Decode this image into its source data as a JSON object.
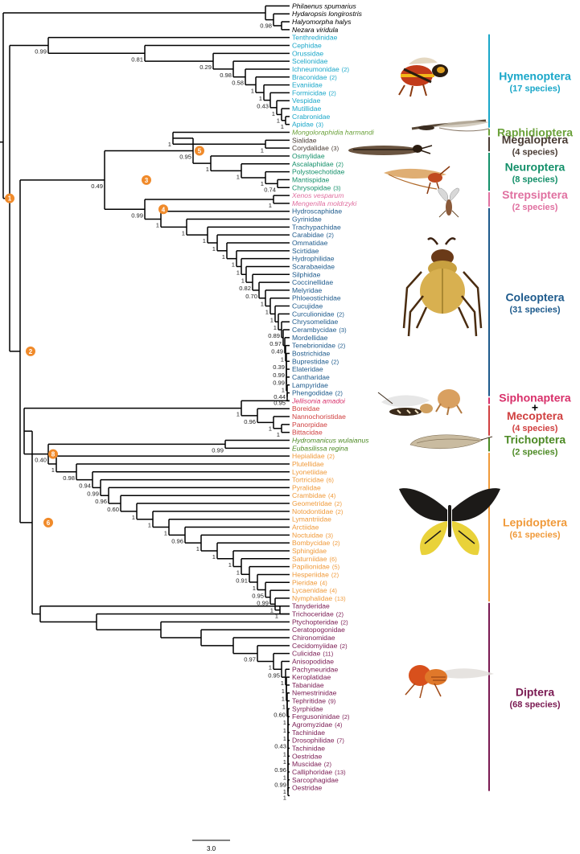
{
  "tips": [
    [
      "Philaenus spumarius",
      "",
      1,
      "#000"
    ],
    [
      "Hydaropsis longirostris",
      "",
      1,
      "#000"
    ],
    [
      "Halyomorpha halys",
      "",
      1,
      "#000"
    ],
    [
      "Nezara viridula",
      "",
      1,
      "#000"
    ],
    [
      "Tenthredinidae",
      "",
      0,
      "#1aa7c9"
    ],
    [
      "Cephidae",
      "",
      0,
      "#1aa7c9"
    ],
    [
      "Orussidae",
      "",
      0,
      "#1aa7c9"
    ],
    [
      "Scelionidae",
      "",
      0,
      "#1aa7c9"
    ],
    [
      "Ichneumonidae",
      "(2)",
      0,
      "#1aa7c9"
    ],
    [
      "Braconidae",
      "(2)",
      0,
      "#1aa7c9"
    ],
    [
      "Evaniidae",
      "",
      0,
      "#1aa7c9"
    ],
    [
      "Formicidae",
      "(2)",
      0,
      "#1aa7c9"
    ],
    [
      "Vespidae",
      "",
      0,
      "#1aa7c9"
    ],
    [
      "Mutillidae",
      "",
      0,
      "#1aa7c9"
    ],
    [
      "Crabronidae",
      "",
      0,
      "#1aa7c9"
    ],
    [
      "Apidae",
      "(3)",
      0,
      "#1aa7c9"
    ],
    [
      "Mongoloraphidia harmandi",
      "",
      1,
      "#6ba13a"
    ],
    [
      "Sialidae",
      "",
      0,
      "#4a3c34"
    ],
    [
      "Corydalidae",
      "(3)",
      0,
      "#4a3c34"
    ],
    [
      "Osmylidae",
      "",
      0,
      "#14906a"
    ],
    [
      "Ascalaphidae",
      "(2)",
      0,
      "#14906a"
    ],
    [
      "Polystoechotidae",
      "",
      0,
      "#14906a"
    ],
    [
      "Mantispidae",
      "",
      0,
      "#14906a"
    ],
    [
      "Chrysopidae",
      "(3)",
      0,
      "#14906a"
    ],
    [
      "Xenos vesparum",
      "",
      1,
      "#e070a0"
    ],
    [
      "Mengenilla moldrzyki",
      "",
      1,
      "#e070a0"
    ],
    [
      "Hydroscaphidae",
      "",
      0,
      "#1d5a8c"
    ],
    [
      "Gyrinidae",
      "",
      0,
      "#1d5a8c"
    ],
    [
      "Trachypachidae",
      "",
      0,
      "#1d5a8c"
    ],
    [
      "Carabidae",
      "(2)",
      0,
      "#1d5a8c"
    ],
    [
      "Ommatidae",
      "",
      0,
      "#1d5a8c"
    ],
    [
      "Scirtidae",
      "",
      0,
      "#1d5a8c"
    ],
    [
      "Hydrophilidae",
      "",
      0,
      "#1d5a8c"
    ],
    [
      "Scarabaeidae",
      "",
      0,
      "#1d5a8c"
    ],
    [
      "Silphidae",
      "",
      0,
      "#1d5a8c"
    ],
    [
      "Coccinellidae",
      "",
      0,
      "#1d5a8c"
    ],
    [
      "Melyridae",
      "",
      0,
      "#1d5a8c"
    ],
    [
      "Phloeostichidae",
      "",
      0,
      "#1d5a8c"
    ],
    [
      "Cucujidae",
      "",
      0,
      "#1d5a8c"
    ],
    [
      "Curculionidae",
      "(2)",
      0,
      "#1d5a8c"
    ],
    [
      "Chrysomelidae",
      "",
      0,
      "#1d5a8c"
    ],
    [
      "Cerambycidae",
      "(3)",
      0,
      "#1d5a8c"
    ],
    [
      "Mordellidae",
      "",
      0,
      "#1d5a8c"
    ],
    [
      "Tenebrionidae",
      "(2)",
      0,
      "#1d5a8c"
    ],
    [
      "Bostrichidae",
      "",
      0,
      "#1d5a8c"
    ],
    [
      "Buprestidae",
      "(2)",
      0,
      "#1d5a8c"
    ],
    [
      "Elateridae",
      "",
      0,
      "#1d5a8c"
    ],
    [
      "Cantharidae",
      "",
      0,
      "#1d5a8c"
    ],
    [
      "Lampyridae",
      "",
      0,
      "#1d5a8c"
    ],
    [
      "Phengodidae",
      "(2)",
      0,
      "#1d5a8c"
    ],
    [
      "Jellisonia amadoi",
      "",
      1,
      "#d8306a"
    ],
    [
      "Boreidae",
      "",
      0,
      "#d04040"
    ],
    [
      "Nannochoristidae",
      "",
      0,
      "#d04040"
    ],
    [
      "Panorpidae",
      "",
      0,
      "#d04040"
    ],
    [
      "Bittacidae",
      "",
      0,
      "#d04040"
    ],
    [
      "Hydromanicus wulaianus",
      "",
      1,
      "#4d8a25"
    ],
    [
      "Eubasilissa regina",
      "",
      1,
      "#4d8a25"
    ],
    [
      "Hepialidae",
      "(2)",
      0,
      "#f09a3a"
    ],
    [
      "Plutellidae",
      "",
      0,
      "#f09a3a"
    ],
    [
      "Lyonetiidae",
      "",
      0,
      "#f09a3a"
    ],
    [
      "Tortricidae",
      "(6)",
      0,
      "#f09a3a"
    ],
    [
      "Pyralidae",
      "",
      0,
      "#f09a3a"
    ],
    [
      "Crambidae",
      "(4)",
      0,
      "#f09a3a"
    ],
    [
      "Geometridae",
      "(2)",
      0,
      "#f09a3a"
    ],
    [
      "Notodontidae",
      "(2)",
      0,
      "#f09a3a"
    ],
    [
      "Lymantriidae",
      "",
      0,
      "#f09a3a"
    ],
    [
      "Arctiidae",
      "",
      0,
      "#f09a3a"
    ],
    [
      "Noctuidae",
      "(3)",
      0,
      "#f09a3a"
    ],
    [
      "Bombycidae",
      "(2)",
      0,
      "#f09a3a"
    ],
    [
      "Sphingidae",
      "",
      0,
      "#f09a3a"
    ],
    [
      "Saturniidae",
      "(6)",
      0,
      "#f09a3a"
    ],
    [
      "Papilionidae",
      "(5)",
      0,
      "#f09a3a"
    ],
    [
      "Hesperiidae",
      "(2)",
      0,
      "#f09a3a"
    ],
    [
      "Pieridae",
      "(4)",
      0,
      "#f09a3a"
    ],
    [
      "Lycaenidae",
      "(4)",
      0,
      "#f09a3a"
    ],
    [
      "Nymphalidae",
      "(13)",
      0,
      "#f09a3a"
    ],
    [
      "Tanyderidae",
      "",
      0,
      "#7a1a52"
    ],
    [
      "Trichoceridae",
      "(2)",
      0,
      "#7a1a52"
    ],
    [
      "Ptychopteridae",
      "(2)",
      0,
      "#7a1a52"
    ],
    [
      "Ceratopogonidae",
      "",
      0,
      "#7a1a52"
    ],
    [
      "Chironomidae",
      "",
      0,
      "#7a1a52"
    ],
    [
      "Cecidomyiidae",
      "(2)",
      0,
      "#7a1a52"
    ],
    [
      "Culicidae",
      "(11)",
      0,
      "#7a1a52"
    ],
    [
      "Anisopodidae",
      "",
      0,
      "#7a1a52"
    ],
    [
      "Pachyneuridae",
      "",
      0,
      "#7a1a52"
    ],
    [
      "Keroplatidae",
      "",
      0,
      "#7a1a52"
    ],
    [
      "Tabanidae",
      "",
      0,
      "#7a1a52"
    ],
    [
      "Nemestrinidae",
      "",
      0,
      "#7a1a52"
    ],
    [
      "Tephritidae",
      "(9)",
      0,
      "#7a1a52"
    ],
    [
      "Syrphidae",
      "",
      0,
      "#7a1a52"
    ],
    [
      "Fergusoninidae",
      "(2)",
      0,
      "#7a1a52"
    ],
    [
      "Agromyzidae",
      "(4)",
      0,
      "#7a1a52"
    ],
    [
      "Tachinidae",
      "",
      0,
      "#7a1a52"
    ],
    [
      "Drosophilidae",
      "(7)",
      0,
      "#7a1a52"
    ],
    [
      "Tachinidae",
      "",
      0,
      "#7a1a52"
    ],
    [
      "Oestridae",
      "",
      0,
      "#7a1a52"
    ],
    [
      "Muscidae",
      "(2)",
      0,
      "#7a1a52"
    ],
    [
      "Calliphoridae",
      "(13)",
      0,
      "#7a1a52"
    ],
    [
      "Sarcophagidae",
      "",
      0,
      "#7a1a52"
    ],
    [
      "Oestridae",
      "",
      0,
      "#7a1a52"
    ]
  ],
  "support_values": [
    "0.98",
    "1",
    "1",
    "1",
    "0.43",
    "1",
    "1",
    "0.58",
    "0.98",
    "0.29",
    "0.81",
    "0.99",
    "1",
    "0.74",
    "1",
    "1",
    "1",
    "1",
    "0.95",
    "1",
    "0.95",
    "0.44",
    "1",
    "0.99",
    "0.99",
    "0.39",
    "1",
    "0.49",
    "0.97",
    "0.89",
    "1",
    "1",
    "1",
    "1",
    "0.70",
    "0.82",
    "1",
    "1",
    "1",
    "1",
    "1",
    "1",
    "1",
    "1",
    "0.99",
    "0.49",
    "1",
    "1",
    "0.96",
    "1",
    "0.99",
    "1",
    "1",
    "0.99",
    "0.95",
    "1",
    "0.91",
    "1",
    "1",
    "1",
    "1",
    "0.96",
    "1",
    "1",
    "1",
    "0.60",
    "0.96",
    "0.99",
    "0.94",
    "0.98",
    "1",
    "0.40",
    "1",
    "1",
    "0.99",
    "1",
    "0.96",
    "1",
    "1",
    "0.43",
    "1",
    "1",
    "1",
    "0.60",
    "1",
    "1",
    "1",
    "1",
    "0.95",
    "1",
    "0.97"
  ],
  "node_labels": [
    "1",
    "2",
    "3",
    "4",
    "5",
    "6",
    "8"
  ],
  "orders": [
    {
      "name": "Hymenoptera",
      "count": "(17 species)",
      "color": "#1aa7c9"
    },
    {
      "name": "Raphidioptera",
      "count": "",
      "color": "#6ba13a"
    },
    {
      "name": "Megaloptera",
      "count": "(4 species)",
      "color": "#4a3c34"
    },
    {
      "name": "Neuroptera",
      "count": "(8 species)",
      "color": "#14906a"
    },
    {
      "name": "Strepsiptera",
      "count": "(2 species)",
      "color": "#e070a0"
    },
    {
      "name": "Coleoptera",
      "count": "(31 species)",
      "color": "#1d5a8c"
    },
    {
      "name": "Siphonaptera",
      "count": "",
      "color": "#d8306a"
    },
    {
      "name": "+",
      "count": "",
      "color": "#000000"
    },
    {
      "name": "Mecoptera",
      "count": "(4 species)",
      "color": "#d04040"
    },
    {
      "name": "Trichoptera",
      "count": "(2 species)",
      "color": "#4d8a25"
    },
    {
      "name": "Lepidoptera",
      "count": "(61 species)",
      "color": "#f09a3a"
    },
    {
      "name": "Diptera",
      "count": "(68 species)",
      "color": "#7a1a52"
    }
  ],
  "scale_label": "3.0",
  "icons": [
    "wasp-icon",
    "snakefly-icon",
    "dobsonfly-icon",
    "lacewing-icon",
    "strepsipteran-icon",
    "stag-beetle-icon",
    "flea-icon",
    "scorpionfly-icon",
    "caddisfly-icon",
    "butterfly-icon",
    "fruit-fly-icon"
  ]
}
